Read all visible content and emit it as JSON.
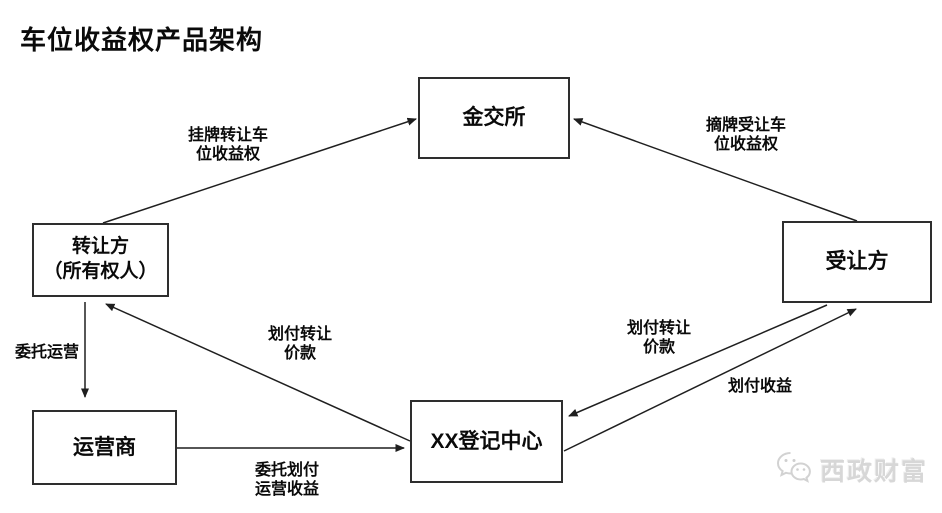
{
  "title": "车位收益权产品架构",
  "nodes": {
    "exchange": {
      "label": "金交所"
    },
    "transferor": {
      "label": "转让方\n（所有权人）"
    },
    "transferee": {
      "label": "受让方"
    },
    "operator": {
      "label": "运营商"
    },
    "registry": {
      "label": "XX登记中心"
    }
  },
  "edges": {
    "list_transfer": {
      "label": "挂牌转让车\n位收益权",
      "from": "转让方",
      "to": "金交所"
    },
    "delist_accept": {
      "label": "摘牌受让车\n位收益权",
      "from": "受让方",
      "to": "金交所"
    },
    "entrust_operation": {
      "label": "委托运营",
      "from": "转让方",
      "to": "运营商"
    },
    "pay_transfer_price_left": {
      "label": "划付转让\n价款",
      "from": "XX登记中心",
      "to": "转让方"
    },
    "entrust_pay_revenue": {
      "label": "委托划付\n运营收益",
      "from": "运营商",
      "to": "XX登记中心"
    },
    "pay_transfer_price_right": {
      "label": "划付转让\n价款",
      "from": "受让方",
      "to": "XX登记中心"
    },
    "pay_income": {
      "label": "划付收益",
      "from": "XX登记中心",
      "to": "受让方"
    }
  },
  "watermark": {
    "label": "西政财富"
  },
  "colors": {
    "line": "#1f1f1f",
    "box_border": "#2e2e2e",
    "text": "#0a0a0a",
    "watermark": "#d7d7d7",
    "background": "#ffffff"
  }
}
